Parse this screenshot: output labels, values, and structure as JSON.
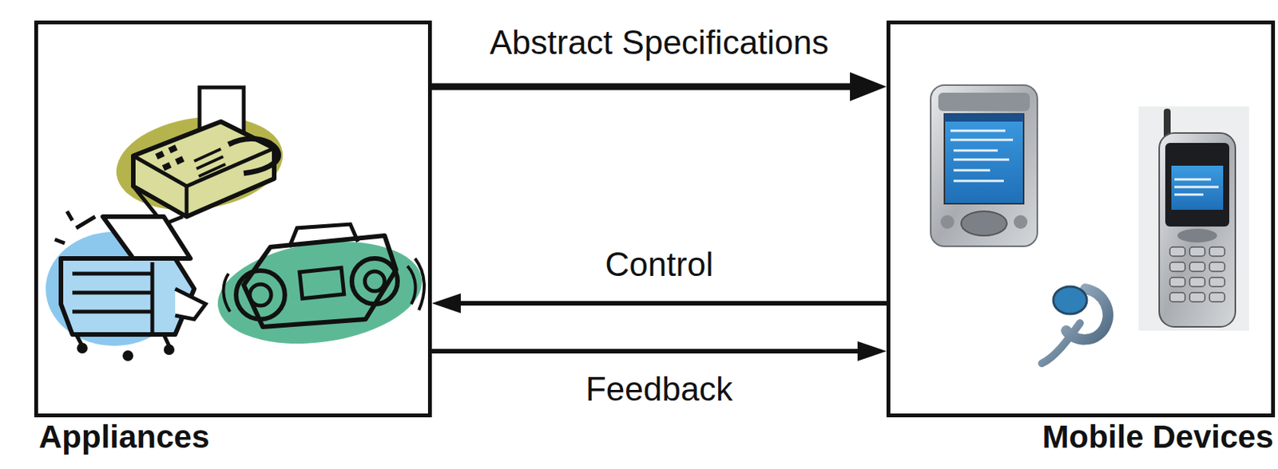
{
  "diagram": {
    "nodes": [
      {
        "text": [
          "Appliances"
        ]
      },
      {
        "text": [
          "Mobile Devices"
        ]
      }
    ],
    "edges": [
      {
        "from": 0,
        "to": 1,
        "label": "Abstract Specifications",
        "arrow": "to"
      },
      {
        "from": 1,
        "to": 0,
        "label": "Control",
        "arrow": "to"
      },
      {
        "from": 0,
        "to": 1,
        "label": "Feedback",
        "arrow": "to"
      }
    ]
  }
}
